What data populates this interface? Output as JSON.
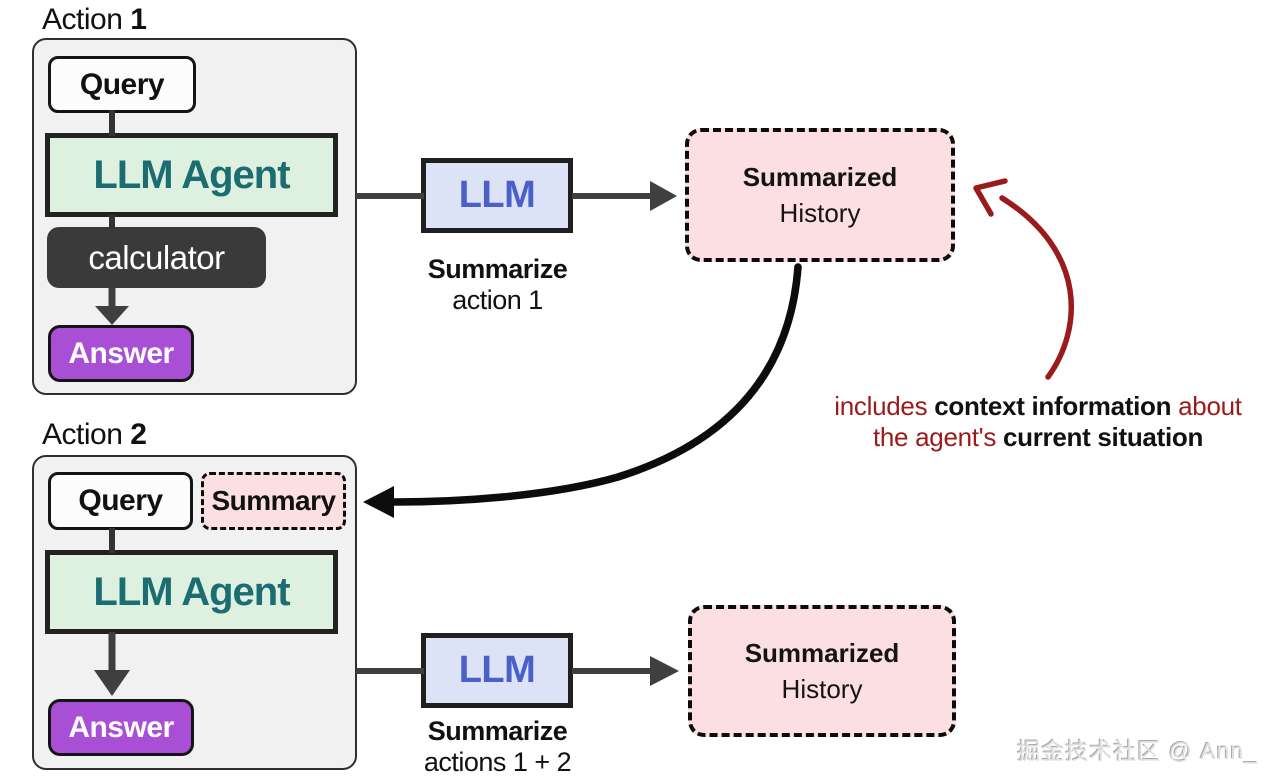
{
  "colors": {
    "panel_bg": "#f1f1f1",
    "panel_border": "#2f2f2f",
    "agent_green_bg": "#def0e0",
    "agent_teal_text": "#1b6d72",
    "calculator_bg": "#3a3a3a",
    "answer_purple": "#a94fd6",
    "llm_lavender_bg": "#dde3f6",
    "llm_blue_text": "#4a5fc8",
    "pink_bg": "#fbdfe2",
    "arrow_gray": "#3f3f3f",
    "curve_black": "#0c0c0c",
    "annotation_red": "#991b1b"
  },
  "action1": {
    "label": "Action",
    "number": "1"
  },
  "action2": {
    "label": "Action",
    "number": "2"
  },
  "boxes": {
    "query": "Query",
    "llm_agent": "LLM Agent",
    "calculator": "calculator",
    "answer": "Answer",
    "llm": "LLM",
    "summary": "Summary"
  },
  "summarized_history": {
    "title": "Summarized",
    "subtitle": "History"
  },
  "captions": {
    "summarize1_bold": "Summarize",
    "summarize1_rest": "action 1",
    "summarize2_bold": "Summarize",
    "summarize2_rest": "actions 1 + 2"
  },
  "annotation": {
    "red1": "includes",
    "black1": "context information",
    "red2": "about",
    "red3": "the agent's",
    "black2": "current situation"
  },
  "watermark": "掘金技术社区 @ Ann_"
}
